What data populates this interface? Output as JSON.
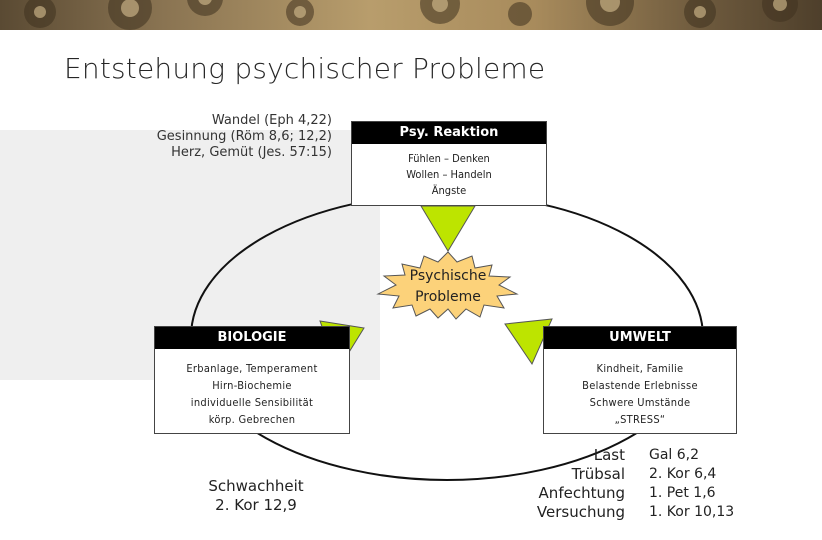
{
  "title": "Entstehung psychischer Probleme",
  "references": [
    "Wandel (Eph 4,22)",
    "Gesinnung (Röm 8,6; 12,2)",
    "Herz, Gemüt (Jes. 57:15)"
  ],
  "boxes": {
    "psy": {
      "header": "Psy. Reaktion",
      "lines": [
        "Fühlen – Denken",
        "Wollen – Handeln",
        "Ängste"
      ]
    },
    "biologie": {
      "header": "BIOLOGIE",
      "lines": [
        "Erbanlage, Temperament",
        "Hirn-Biochemie",
        "individuelle Sensibilität",
        "körp. Gebrechen"
      ]
    },
    "umwelt": {
      "header": "UMWELT",
      "lines": [
        "Kindheit, Familie",
        "Belastende Erlebnisse",
        "Schwere Umstände",
        "„STRESS“"
      ]
    }
  },
  "center": {
    "lines": [
      "Psychische",
      "Probleme"
    ]
  },
  "weakness": {
    "lines": [
      "Schwachheit",
      "2. Kor 12,9"
    ]
  },
  "stress_terms": [
    "Last",
    "Trübsal",
    "Anfechtung",
    "Versuchung"
  ],
  "verses": [
    "Gal 6,2",
    "2. Kor 6,4",
    "1. Pet 1,6",
    "1. Kor 10,13"
  ],
  "colors": {
    "triangle": "#bde400",
    "star": "#fcd27a",
    "header": "#000000"
  }
}
